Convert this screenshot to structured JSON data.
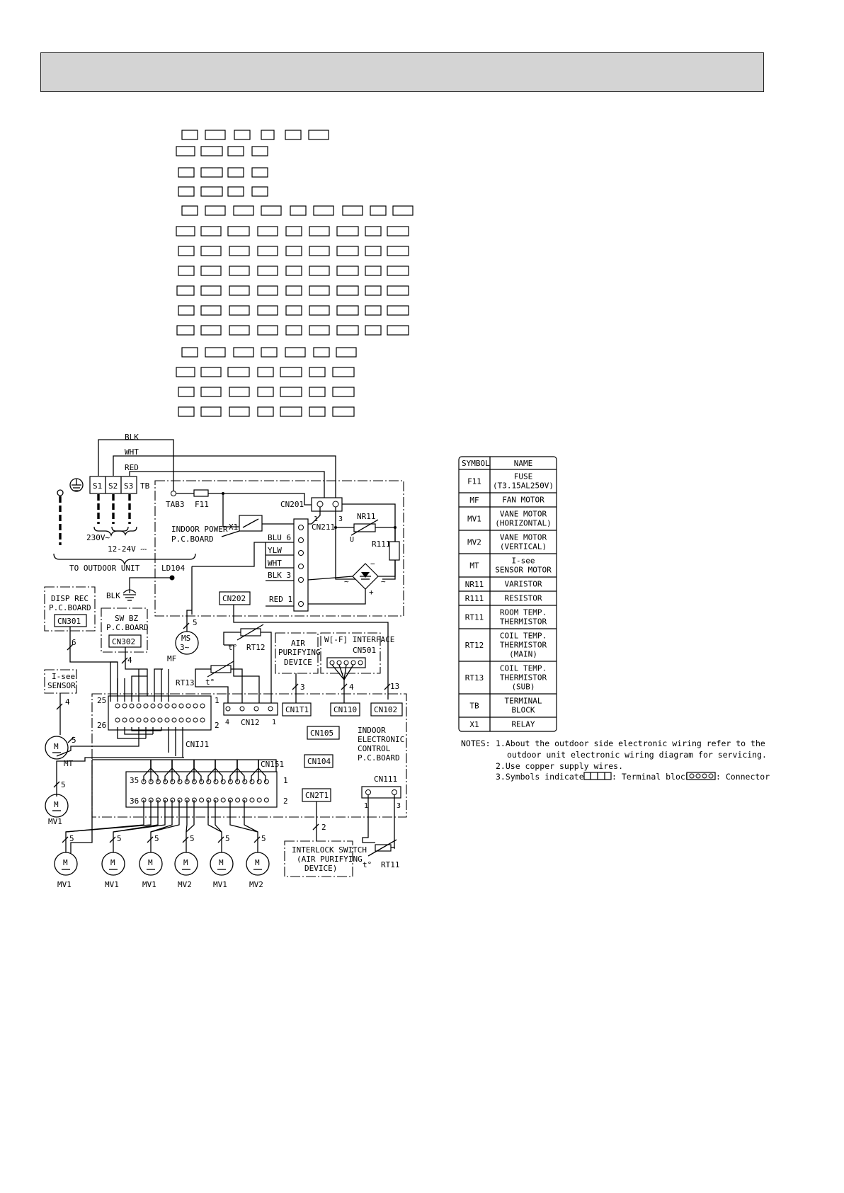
{
  "power": {
    "wire_blk": "BLK",
    "wire_wht": "WHT",
    "wire_red": "RED",
    "s1": "S1",
    "s2": "S2",
    "s3": "S3",
    "tb": "TB",
    "v230": "230V∼",
    "v12": "12-24V ⎓",
    "outdoor": "TO OUTDOOR UNIT",
    "tab3": "TAB3",
    "f11": "F11",
    "x1": "X1",
    "power_board_1": "INDOOR POWER",
    "power_board_2": "P.C.BOARD",
    "cn201": "CN201",
    "pin1": "1",
    "pin3": "3",
    "nr11": "NR11",
    "u": "U",
    "r111": "R111",
    "minus": "−",
    "plus": "+",
    "cn211": "CN211",
    "blu6": "BLU  6",
    "ylw": "YLW",
    "wht": "WHT",
    "blk3": "BLK  3",
    "red1": "RED  1",
    "cn202": "CN202"
  },
  "indoor": {
    "ld104": "LD104",
    "blk_gnd": "BLK",
    "disp1": "DISP REC",
    "disp2": "P.C.BOARD",
    "cn301": "CN301",
    "sw1": "SW BZ",
    "sw2": "P.C.BOARD",
    "cn302": "CN302",
    "ms": "MS",
    "ms_sub": "3∼",
    "mf": "MF",
    "five": "5",
    "rt12": "RT12",
    "rt13": "RT13",
    "t": "t°",
    "air1": "AIR",
    "air2": "PURIFYING",
    "air3": "DEVICE",
    "wifi": "W[-F] INTERFACE",
    "cn501": "CN501",
    "isee1": "I-see",
    "isee2": "SENSOR",
    "n6": "6",
    "n4": "4",
    "n3": "3",
    "n13": "13",
    "n2": "2",
    "p25": "25",
    "p26": "26",
    "p1": "1",
    "p2": "2",
    "p35": "35",
    "p36": "36",
    "cn12": "CN12",
    "cn12_4": "4",
    "cn12_1": "1",
    "cnij1": "CNIJ1",
    "cn151": "CN151",
    "cn1t1": "CN1T1",
    "cn110": "CN110",
    "cn102": "CN102",
    "cn105": "CN105",
    "cn104": "CN104",
    "cn2t1": "CN2T1",
    "cn111": "CN111",
    "ctrl1": "INDOOR",
    "ctrl2": "ELECTRONIC",
    "ctrl3": "CONTROL",
    "ctrl4": "P.C.BOARD",
    "m": "M",
    "mt": "MT",
    "mv1": "MV1",
    "mv2": "MV2",
    "inter1": "INTERLOCK SWITCH",
    "inter2": "(AIR PURIFYING",
    "inter3": "DEVICE)",
    "rt11": "RT11"
  },
  "symbol_table": {
    "head_symbol": "SYMBOL",
    "head_name": "NAME",
    "rows": [
      {
        "symbol": "F11",
        "name": [
          "FUSE",
          "(T3.15AL250V)"
        ]
      },
      {
        "symbol": "MF",
        "name": [
          "FAN MOTOR"
        ]
      },
      {
        "symbol": "MV1",
        "name": [
          "VANE MOTOR",
          "(HORIZONTAL)"
        ]
      },
      {
        "symbol": "MV2",
        "name": [
          "VANE MOTOR",
          "(VERTICAL)"
        ]
      },
      {
        "symbol": "MT",
        "name": [
          "I-see",
          "SENSOR MOTOR"
        ]
      },
      {
        "symbol": "NR11",
        "name": [
          "VARISTOR"
        ]
      },
      {
        "symbol": "R111",
        "name": [
          "RESISTOR"
        ]
      },
      {
        "symbol": "RT11",
        "name": [
          "ROOM TEMP.",
          "THERMISTOR"
        ]
      },
      {
        "symbol": "RT12",
        "name": [
          "COIL TEMP.",
          "THERMISTOR",
          "(MAIN)"
        ]
      },
      {
        "symbol": "RT13",
        "name": [
          "COIL TEMP.",
          "THERMISTOR",
          "(SUB)"
        ]
      },
      {
        "symbol": "TB",
        "name": [
          "TERMINAL",
          "BLOCK"
        ]
      },
      {
        "symbol": "X1",
        "name": [
          "RELAY"
        ]
      }
    ]
  },
  "notes": {
    "label": "NOTES:",
    "n1a": "1.About the outdoor side electronic wiring refer to the",
    "n1b": "outdoor unit electronic wiring diagram for servicing.",
    "n2": "2.Use copper supply wires.",
    "n3": "3.Symbols indicate.",
    "tb_legend": ": Terminal block",
    "conn_legend": ": Connector"
  }
}
